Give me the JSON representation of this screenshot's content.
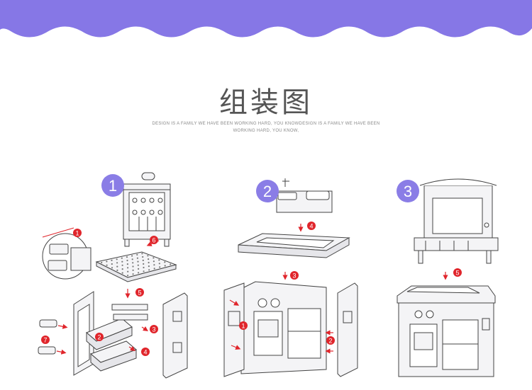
{
  "header": {
    "title": "组装图",
    "subtitle": "DESIGN IS A FAMILY WE HAVE BEEN WORKING HARD, YOU KNOWDESIGN IS A FAMILY WE HAVE BEEN WORKING HARD, YOU KNOW,"
  },
  "colors": {
    "wave": "#8677e6",
    "step_badge": "#8a7de6",
    "part_badge": "#e0252b",
    "line": "#444444",
    "fill": "#f4f4f6"
  },
  "steps": [
    {
      "number": "1"
    },
    {
      "number": "2"
    },
    {
      "number": "3"
    }
  ],
  "parts": {
    "p1": "1",
    "p2": "2",
    "p3": "3",
    "p4": "4",
    "p5": "5",
    "p6": "6",
    "p7": "7"
  }
}
